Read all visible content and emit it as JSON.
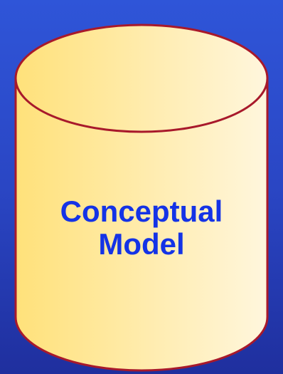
{
  "diagram": {
    "shape": "cylinder",
    "label_line1": "Conceptual",
    "label_line2": "Model",
    "colors": {
      "background": "#2a46c4",
      "fill_left": "#ffe17a",
      "fill_right": "#fff6dd",
      "stroke": "#a8192b",
      "label": "#1433e6"
    }
  }
}
